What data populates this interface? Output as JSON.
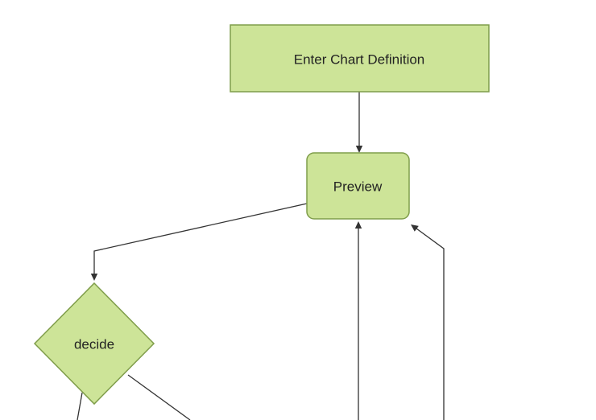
{
  "diagram": {
    "type": "flowchart",
    "nodes": [
      {
        "id": "A",
        "label": "Enter Chart Definition",
        "shape": "rectangle"
      },
      {
        "id": "B",
        "label": "Preview",
        "shape": "rounded-rectangle"
      },
      {
        "id": "C",
        "label": "decide",
        "shape": "diamond"
      }
    ],
    "edges": [
      {
        "from": "Enter Chart Definition",
        "to": "Preview",
        "arrow": true
      },
      {
        "from": "Preview",
        "to": "decide",
        "arrow": true
      },
      {
        "from": "decide",
        "to": "(offscreen bottom-left)",
        "arrow": false
      },
      {
        "from": "decide",
        "to": "(offscreen bottom-right)",
        "arrow": false
      },
      {
        "from": "(offscreen bottom)",
        "to": "Preview",
        "arrow": true
      },
      {
        "from": "(offscreen bottom-right)",
        "to": "Preview",
        "arrow": true
      }
    ],
    "colors": {
      "node_fill": "#cde498",
      "node_stroke": "#7f9d4a",
      "edge_line": "#333333",
      "text": "#222222",
      "background": "#ffffff"
    }
  }
}
